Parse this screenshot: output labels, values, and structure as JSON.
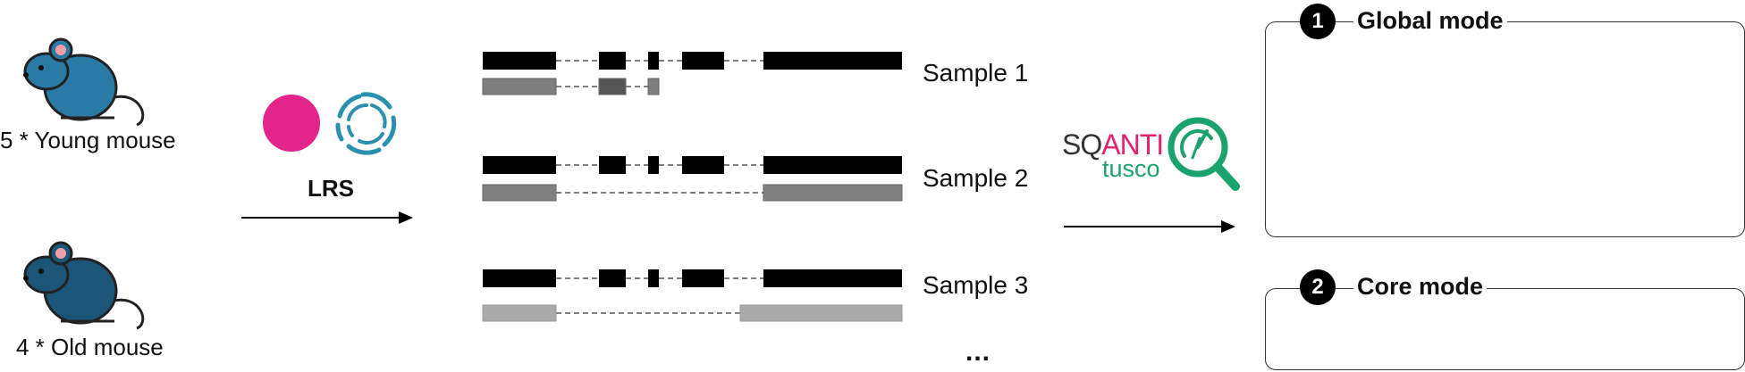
{
  "mice": {
    "young_label": "5 * Young mouse",
    "old_label": "4 * Old mouse",
    "young_color": "#2a7aa6",
    "old_color": "#1b5577",
    "ear_color": "#f2a0a5"
  },
  "lrs": {
    "label": "LRS",
    "dot_color": "#e3258b",
    "logo_color": "#2b8fb0"
  },
  "samples": [
    {
      "label": "Sample 1",
      "ref_color": "#000000",
      "read_color": "#7f7f7f"
    },
    {
      "label": "Sample 2",
      "ref_color": "#000000",
      "read_color": "#808080"
    },
    {
      "label": "Sample 3",
      "ref_color": "#000000",
      "read_color": "#a9a9a9"
    }
  ],
  "ellipsis": "...",
  "logo": {
    "sq": "SQ",
    "anti": "ANTI",
    "tusco": "tusco",
    "sq_color": "#333333",
    "anti_color": "#e6206f",
    "tusco_color": "#1aa36f"
  },
  "modes": {
    "global": {
      "number": "1",
      "title": "Global mode"
    },
    "core": {
      "number": "2",
      "title": "Core mode"
    }
  },
  "colors": {
    "blue": "#6aaedb",
    "orange": "#f0895a",
    "red": "#ee6a50",
    "green": "#6fc374"
  }
}
